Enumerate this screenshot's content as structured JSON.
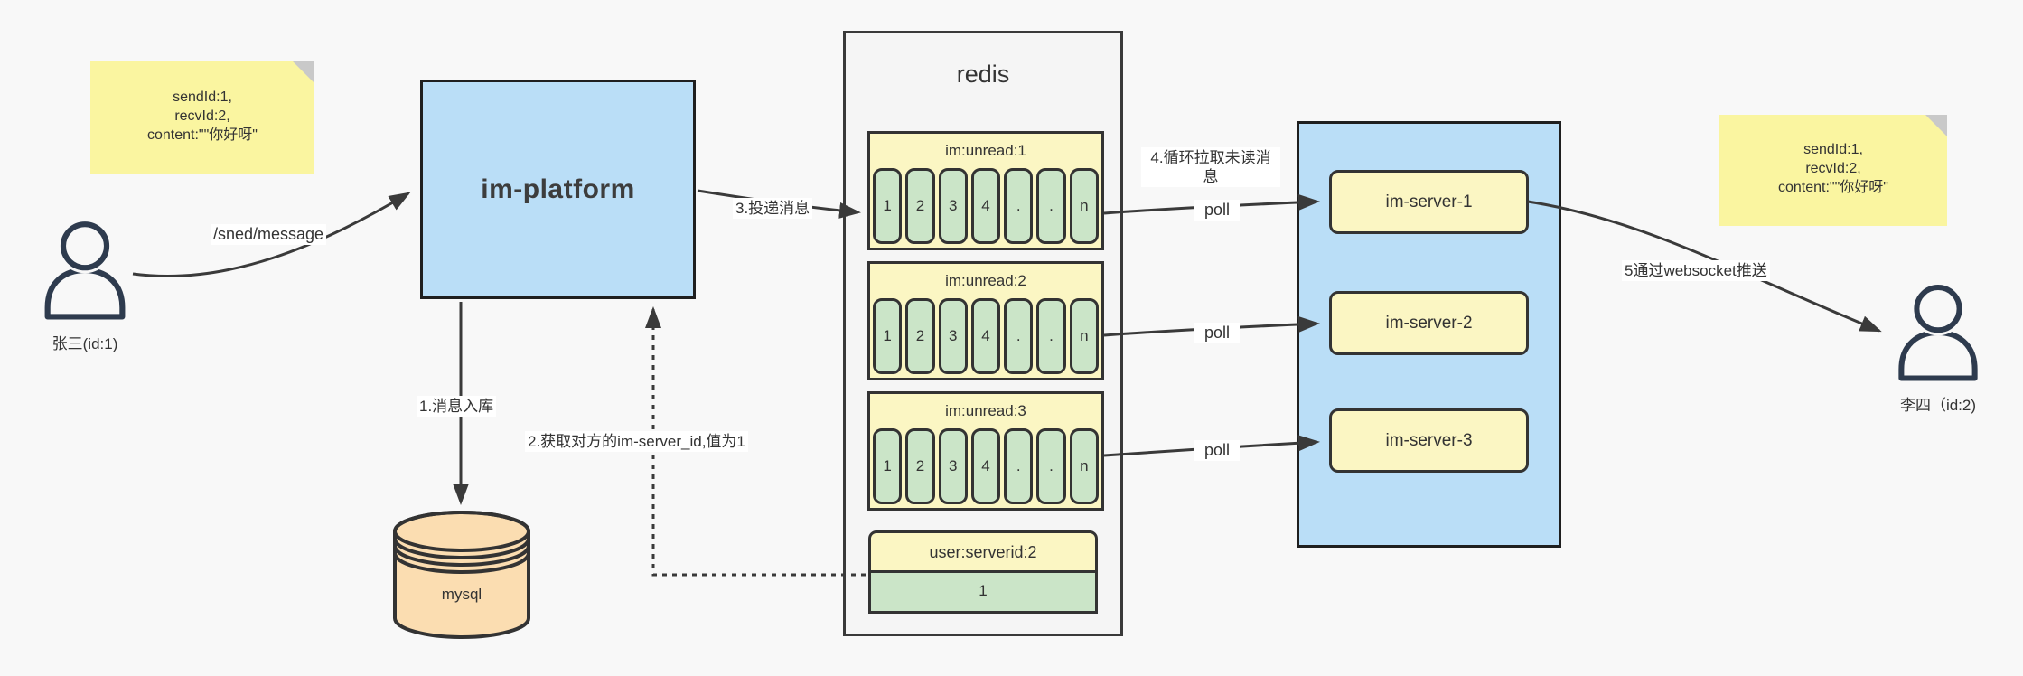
{
  "diagram": {
    "note_left": {
      "lines": [
        "sendId:1,",
        "recvId:2,",
        "content:\"\"你好呀\""
      ]
    },
    "note_right": {
      "lines": [
        "sendId:1,",
        "recvId:2,",
        "content:\"\"你好呀\""
      ]
    },
    "sender": {
      "label": "张三(id:1)"
    },
    "receiver": {
      "label": "李四（id:2)"
    },
    "im_platform": {
      "label": "im-platform"
    },
    "mysql": {
      "label": "mysql"
    },
    "redis": {
      "title": "redis",
      "queues": [
        {
          "name": "im:unread:1",
          "cells": [
            "1",
            "2",
            "3",
            "4",
            ".",
            ".",
            "n"
          ]
        },
        {
          "name": "im:unread:2",
          "cells": [
            "1",
            "2",
            "3",
            "4",
            ".",
            ".",
            "n"
          ]
        },
        {
          "name": "im:unread:3",
          "cells": [
            "1",
            "2",
            "3",
            "4",
            ".",
            ".",
            "n"
          ]
        }
      ],
      "kv": {
        "key": "user:serverid:2",
        "value": "1"
      }
    },
    "im_server_cluster": {
      "servers": [
        {
          "label": "im-server-1"
        },
        {
          "label": "im-server-2"
        },
        {
          "label": "im-server-3"
        }
      ]
    },
    "edges": {
      "send_api": "/sned/message",
      "step1": "1.消息入库",
      "step2": "2.获取对方的im-server_id,值为1",
      "step3": "3.投递消息",
      "step4": "4.循环拉取未读消息",
      "step5": "5通过websocket推送",
      "poll": "poll"
    },
    "colors": {
      "node_blue": "#badef7",
      "note_yellow": "#faf5a0",
      "header_yellow": "#fbf6c3",
      "cell_green": "#cbe5c8",
      "mysql_peach": "#fbddb1",
      "container_gray": "#f5f5f5",
      "line_dark": "#3a3a3a"
    }
  }
}
